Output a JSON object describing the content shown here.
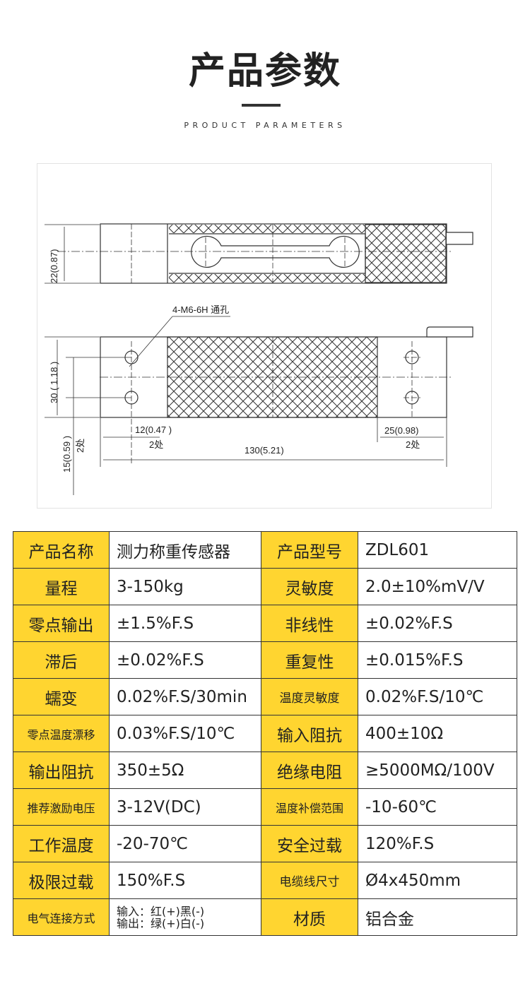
{
  "header": {
    "title": "产品参数",
    "subtitle": "PRODUCT PARAMETERS"
  },
  "diagram": {
    "dim_height_top": "22(0.87)",
    "hole_note": "4-M6-6H 通孔",
    "dim_width": "30 ( 1.18 )",
    "dim_hole_spacing": "15(0.59 )",
    "dim_hole_spacing_count": "2处",
    "dim_left_offset": "12(0.47 )",
    "dim_left_count": "2处",
    "dim_right_offset": "25(0.98)",
    "dim_right_count": "2处",
    "dim_length": "130(5.21)"
  },
  "specs": [
    [
      {
        "k": "产品名称",
        "v": "测力称重传感器"
      },
      {
        "k": "产品型号",
        "v": "ZDL601"
      }
    ],
    [
      {
        "k": "量程",
        "v": "3-150kg"
      },
      {
        "k": "灵敏度",
        "v": "2.0±10%mV/V"
      }
    ],
    [
      {
        "k": "零点输出",
        "v": "±1.5%F.S"
      },
      {
        "k": "非线性",
        "v": "±0.02%F.S"
      }
    ],
    [
      {
        "k": "滞后",
        "v": "±0.02%F.S"
      },
      {
        "k": "重复性",
        "v": "±0.015%F.S"
      }
    ],
    [
      {
        "k": "蠕变",
        "v": "0.02%F.S/30min"
      },
      {
        "k": "温度灵敏度",
        "v": "0.02%F.S/10℃"
      }
    ],
    [
      {
        "k": "零点温度漂移",
        "v": "0.03%F.S/10℃"
      },
      {
        "k": "输入阻抗",
        "v": "400±10Ω"
      }
    ],
    [
      {
        "k": "输出阻抗",
        "v": "350±5Ω"
      },
      {
        "k": "绝缘电阻",
        "v": "≥5000MΩ/100V"
      }
    ],
    [
      {
        "k": "推荐激励电压",
        "v": "3-12V(DC)"
      },
      {
        "k": "温度补偿范围",
        "v": "-10-60℃"
      }
    ],
    [
      {
        "k": "工作温度",
        "v": "-20-70℃"
      },
      {
        "k": "安全过载",
        "v": "120%F.S"
      }
    ],
    [
      {
        "k": "极限过载",
        "v": "150%F.S"
      },
      {
        "k": "电缆线尺寸",
        "v": "Ø4x450mm"
      }
    ],
    [
      {
        "k": "电气连接方式",
        "v1": "输入：红(+)黑(-)",
        "v2": "输出：绿(+)白(-)"
      },
      {
        "k": "材质",
        "v": "铝合金"
      }
    ]
  ],
  "colors": {
    "key_bg": "#ffd530",
    "border": "#333333"
  }
}
